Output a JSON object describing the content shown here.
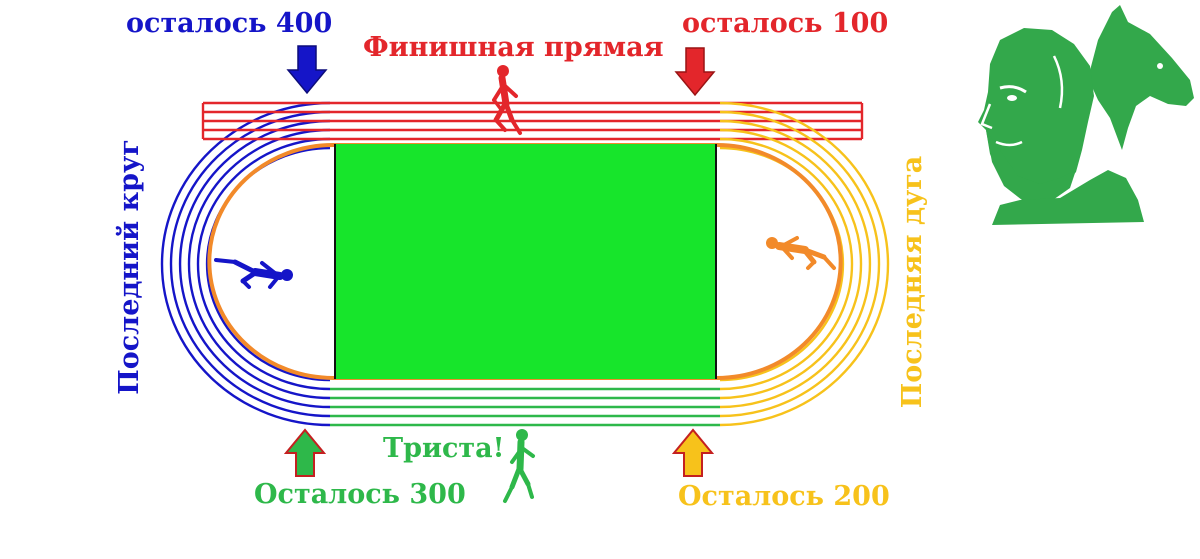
{
  "labels": {
    "remaining_400": "осталось 400",
    "finish_straight": "Финишная прямая",
    "remaining_100": "осталось 100",
    "last_lap": "Последний круг",
    "last_bend": "Последняя дуга",
    "three_hundred": "Триста!",
    "remaining_300": "Осталось 300",
    "remaining_200": "Осталось 200"
  },
  "colors": {
    "blue": "#1515c8",
    "red": "#e3262b",
    "green": "#2eb84a",
    "yellow": "#f7c21b",
    "orange": "#f28a2a",
    "field": "#17e52b",
    "logo_green": "#33a84b"
  },
  "icons": {
    "arrow_400": "arrow-down-icon",
    "arrow_100": "arrow-down-icon",
    "arrow_300": "arrow-up-icon",
    "arrow_200": "arrow-up-icon",
    "runner_top": "runner-icon",
    "runner_left": "sprinter-icon",
    "runner_right": "sprinter-icon",
    "runner_bottom": "runner-icon",
    "logo": "bearded-man-and-horse-logo"
  }
}
